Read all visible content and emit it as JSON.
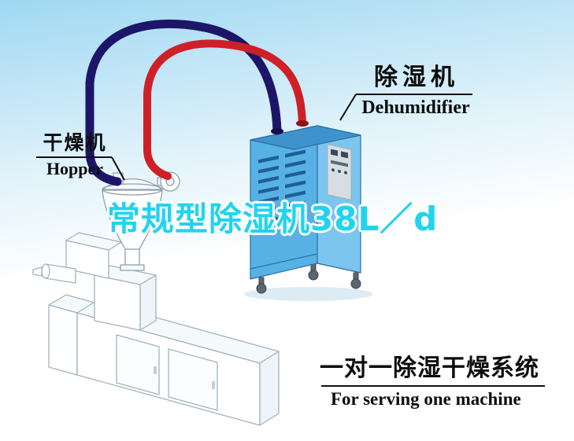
{
  "overlay": {
    "title": "常规型除湿机38L／d"
  },
  "callouts": {
    "dehumidifier": {
      "cn": "除湿机",
      "en": "Dehumidifier"
    },
    "hopper": {
      "cn": "干燥机",
      "en": "Hopper"
    }
  },
  "caption": {
    "cn": "一对一除湿干燥系统",
    "en": "For serving one machine"
  },
  "colors": {
    "overlay_cyan": "#22d3f0",
    "hose_blue": "#1d1668",
    "hose_red": "#cf2028",
    "machine_front_blue": "#58b1e4",
    "machine_side_blue": "#7cc5ee",
    "machine_top_blue": "#3f93cc",
    "sky_top": "#9fd8f2",
    "line_black": "#101010"
  }
}
